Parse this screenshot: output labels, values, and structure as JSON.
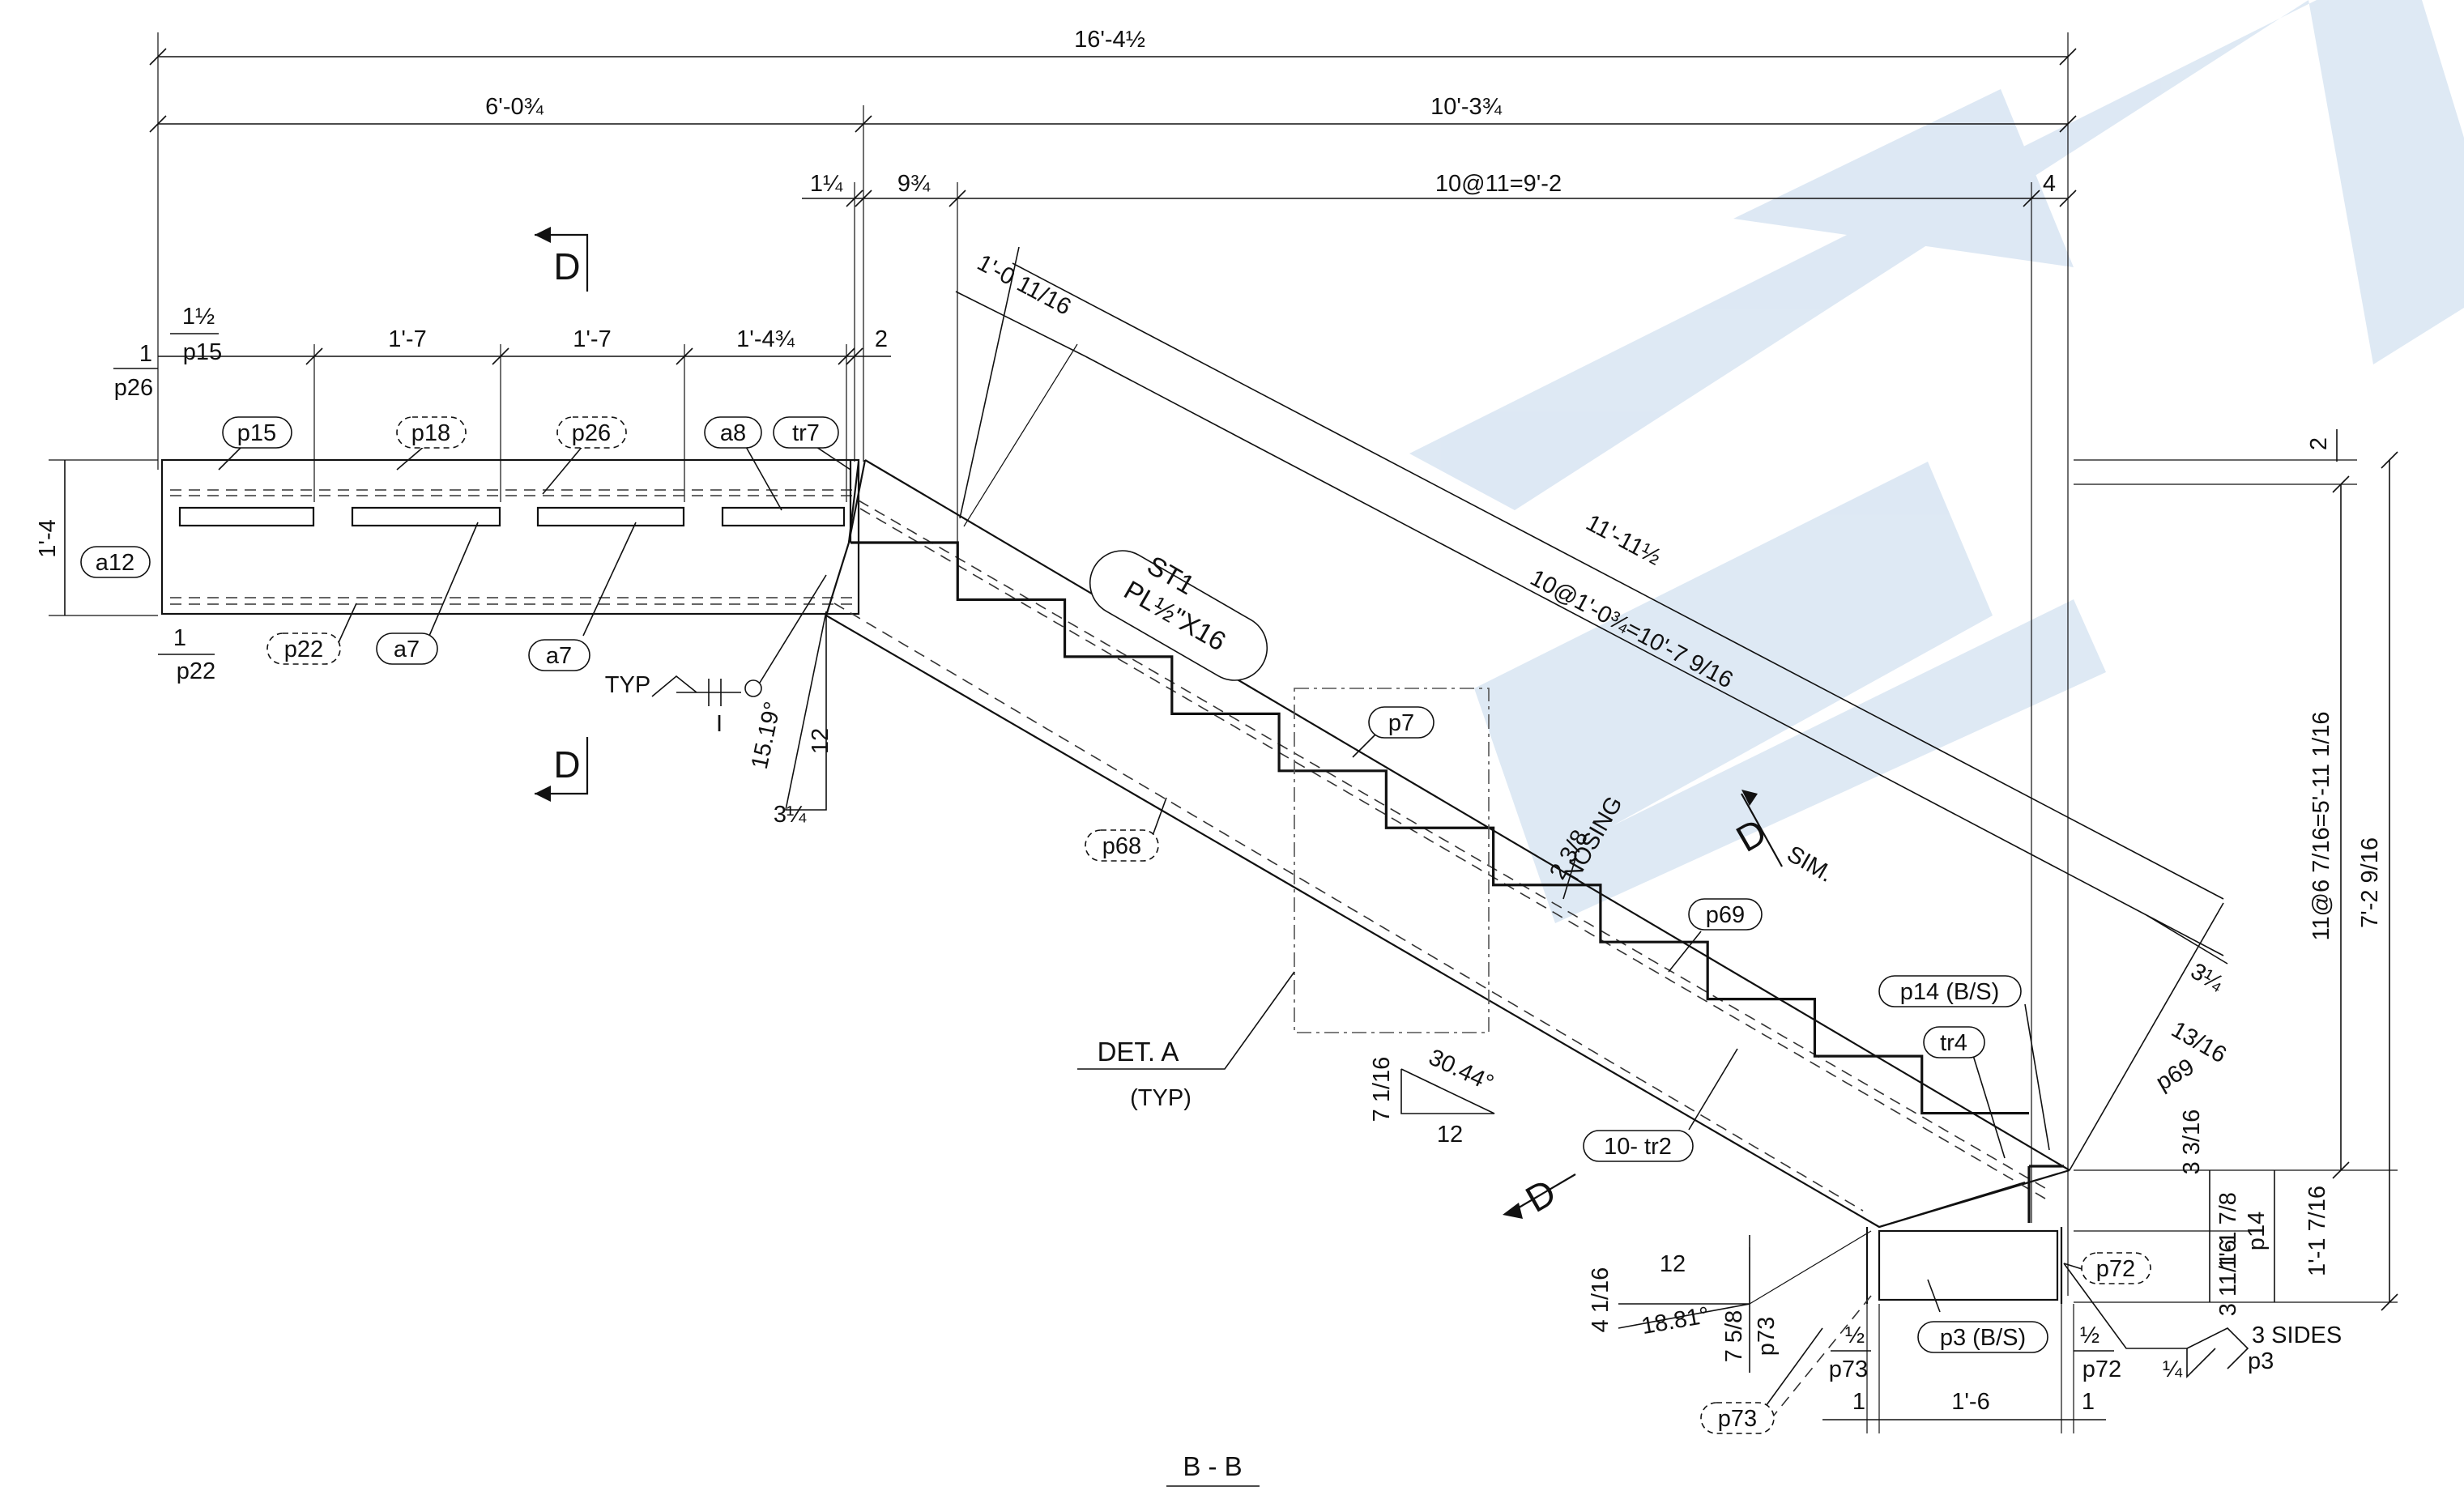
{
  "watermark": {
    "color": "#3b7bbf",
    "opacity": 0.17,
    "icon": "logo-watermark-icon"
  },
  "section_title": "B - B",
  "dims": {
    "overall": "16'-4½",
    "left": "6'-0¾",
    "right": "10'-3¾",
    "gap": "1¼",
    "first": "9¾",
    "run": "10@11=9'-2",
    "end": "4",
    "tread_len": "1'-0 11/16",
    "seg1": "1'-7",
    "seg2": "1'-7",
    "seg3": "1'-4¾",
    "p15_off": "1½",
    "two_top": "2",
    "stringer_len": "11'-11½",
    "risers_slope": "10@1'-0¾=10'-7 9/16",
    "right_two": "2",
    "rise_total": "11@6 7/16=5'-11 1/16",
    "height_total": "7'-2 9/16",
    "depth": "1'-4",
    "three_q": "3¼",
    "thirteen": "13/16",
    "three_3": "3 3/16",
    "one_17": "1'-1 7/8",
    "one_17b": "1'-1 7/16",
    "three_11": "3 11/16",
    "half_a": "½",
    "half_b": "½",
    "one_a": "1",
    "one_b": "1",
    "one_six": "1'-6",
    "seven_5": "7 5/8",
    "twelve_bot": "12",
    "four_1": "4 1/16",
    "angle_bot": "18.81°",
    "one_p26": "1",
    "one_p22": "1"
  },
  "refs": {
    "p26": "p26",
    "p15_top": "p15",
    "p22_top": "p22",
    "p14_right": "p14",
    "p69_right": "p69",
    "p73_a": "p73",
    "p73_b": "p73",
    "p72_b": "p72",
    "p3_weld": "p3"
  },
  "tags": {
    "p15": "p15",
    "p18": "p18",
    "p26": "p26",
    "a8": "a8",
    "tr7": "tr7",
    "a12": "a12",
    "p22": "p22",
    "a7_1": "a7",
    "a7_2": "a7",
    "p7": "p7",
    "p68": "p68",
    "p69": "p69",
    "p14bs": "p14 (B/S)",
    "tr4": "tr4",
    "tr2": "10- tr2",
    "p72": "p72",
    "p3bs": "p3 (B/S)",
    "p73": "p73"
  },
  "stringer": {
    "line1": "ST1",
    "line2": "PL½\"X16"
  },
  "section_marks": {
    "d": "D",
    "sim": "SIM."
  },
  "notes": {
    "typ": "TYP",
    "weld_i": "I",
    "nosing_dim": "2 3/8",
    "nosing": "NOSING",
    "det_a": "DET. A",
    "det_a_typ": "(TYP)",
    "three_sides": "3 SIDES",
    "quarter": "¼"
  },
  "slopes": {
    "top_angle": "15.19°",
    "top_run": "12",
    "top_rise": "3¼",
    "mid_rise": "7 1/16",
    "mid_angle": "30.44°",
    "mid_run": "12"
  },
  "stairs": {
    "risers": 11,
    "treads": 10
  }
}
